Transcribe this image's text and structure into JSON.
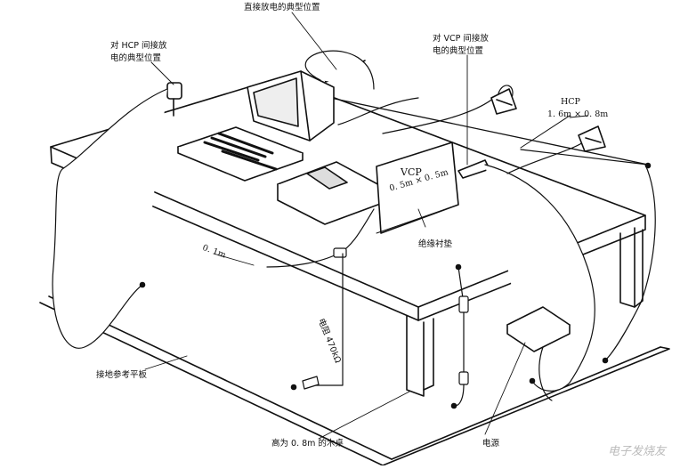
{
  "labels": {
    "direct_discharge": "直接放电的典型位置",
    "hcp_indirect_line1": "对 HCP 间接放",
    "hcp_indirect_line2": "电的典型位置",
    "vcp_indirect_line1": "对 VCP 间接放",
    "vcp_indirect_line2": "电的典型位置",
    "hcp_name": "HCP",
    "hcp_size": "1. 6m × 0. 8m",
    "vcp_name": "VCP",
    "vcp_size": "0. 5m × 0. 5m",
    "insulating_pad": "绝缘衬垫",
    "distance": "0. 1m",
    "resistor": "电阻 470kΩ",
    "ground_plane": "接地参考平板",
    "wooden_table": "高为 0. 8m 的木桌",
    "power_supply": "电源"
  },
  "watermark": "电子发烧友"
}
